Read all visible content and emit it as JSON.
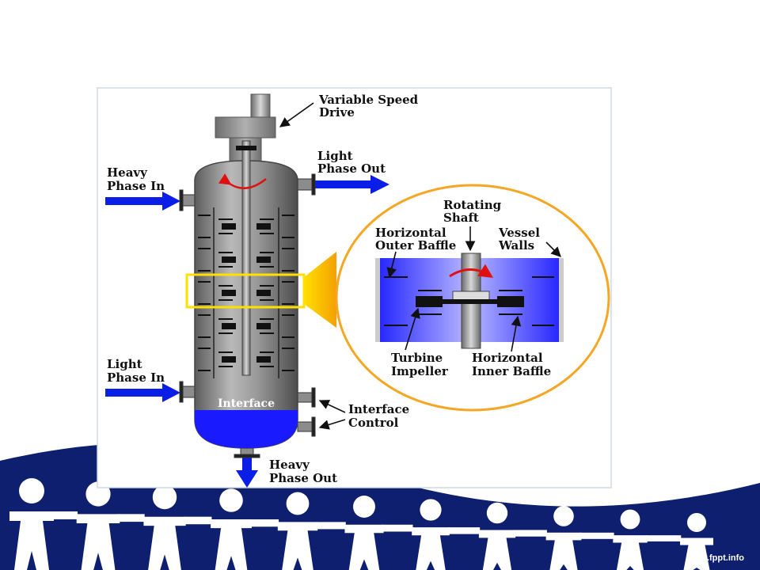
{
  "labels": {
    "variable_speed_drive": [
      "Variable Speed",
      "Drive"
    ],
    "heavy_phase_in": [
      "Heavy",
      "Phase In"
    ],
    "light_phase_out": [
      "Light",
      "Phase Out"
    ],
    "light_phase_in": [
      "Light",
      "Phase In"
    ],
    "interface": "Interface",
    "interface_control": [
      "Interface",
      "Control"
    ],
    "heavy_phase_out": [
      "Heavy",
      "Phase Out"
    ],
    "rotating_shaft": [
      "Rotating",
      "Shaft"
    ],
    "horizontal_outer_baffle": [
      "Horizontal",
      "Outer Baffle"
    ],
    "vessel_walls": [
      "Vessel",
      "Walls"
    ],
    "turbine_impeller": [
      "Turbine",
      "Impeller"
    ],
    "horizontal_inner_baffle": [
      "Horizontal",
      "Inner Baffle"
    ]
  },
  "footer": {
    "site": "www.fppt.info"
  },
  "colors": {
    "flow_blue": "#0a1ee8",
    "heavy_phase": "#1a1aff",
    "vessel_gray": "#8a8a8a",
    "highlight_yellow": "#ffe000",
    "zoom_orange": "#f5a623",
    "navy": "#0d1f6e",
    "rotation_red": "#e01010"
  }
}
